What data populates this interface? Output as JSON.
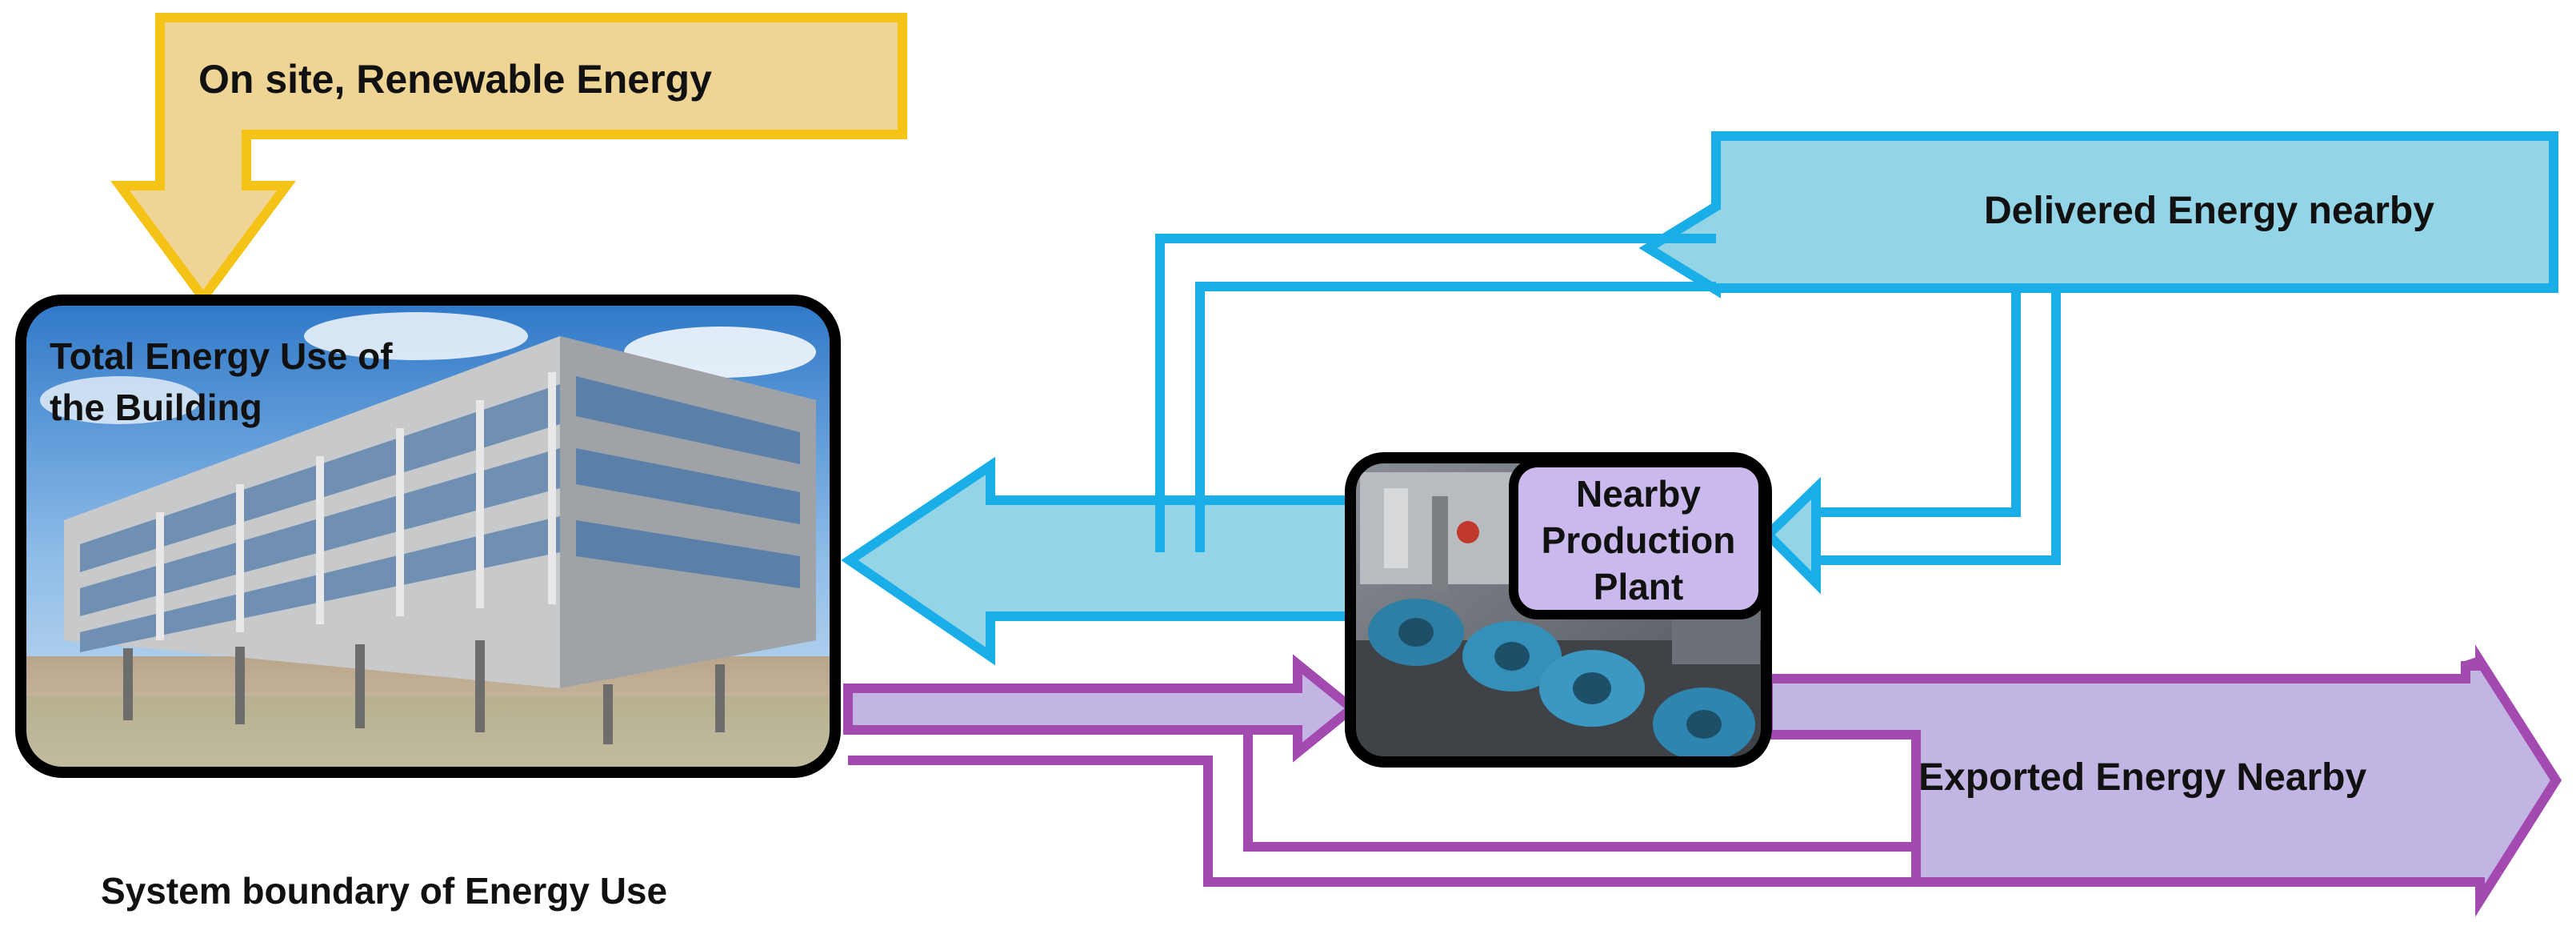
{
  "diagram": {
    "renewable_label": "On site, Renewable Energy",
    "building_label_line1": "Total Energy Use of",
    "building_label_line2": "the Building",
    "delivered_label": "Delivered Energy nearby",
    "plant_label_line1": "Nearby",
    "plant_label_line2": "Production",
    "plant_label_line3": "Plant",
    "exported_label": "Exported Energy Nearby",
    "boundary_label": "System boundary of Energy Use"
  },
  "colors": {
    "renewable_fill": "#efd595",
    "renewable_stroke": "#f5c216",
    "delivered_fill": "#93d4e6",
    "delivered_stroke": "#1aaee8",
    "exported_fill": "#c3b5e3",
    "exported_stroke": "#a24ab0",
    "box_border": "#000000",
    "plant_label_fill": "#c9b9ec"
  },
  "icons": {
    "building": "building-photo",
    "plant": "production-plant-photo"
  }
}
